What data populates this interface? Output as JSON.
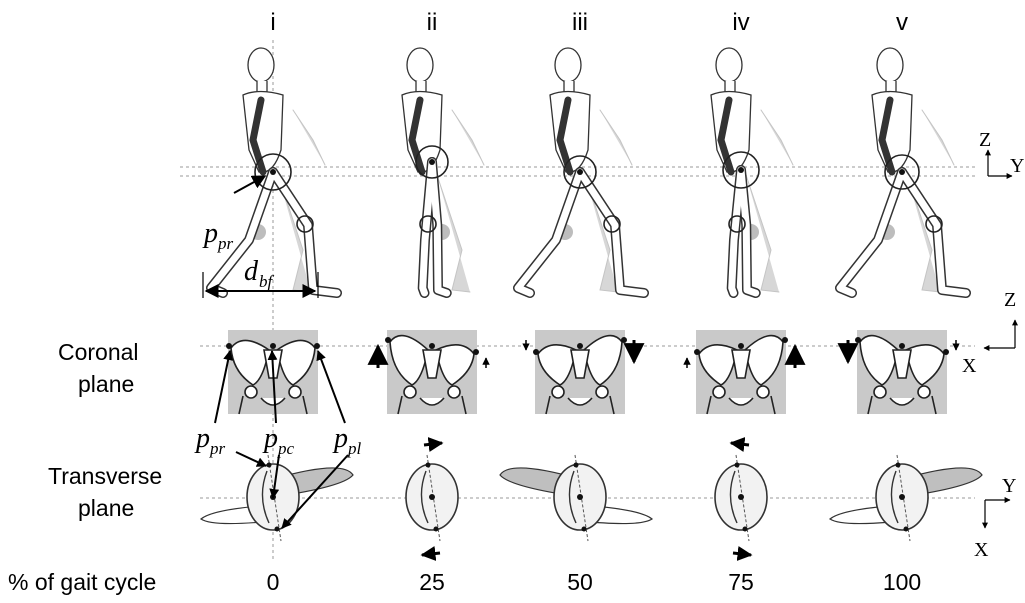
{
  "columns": [
    {
      "roman": "i",
      "percent": "0"
    },
    {
      "roman": "ii",
      "percent": "25"
    },
    {
      "roman": "iii",
      "percent": "50"
    },
    {
      "roman": "iv",
      "percent": "75"
    },
    {
      "roman": "v",
      "percent": "100"
    }
  ],
  "row_labels": {
    "coronal_line1": "Coronal",
    "coronal_line2": "plane",
    "transverse_line1": "Transverse",
    "transverse_line2": "plane",
    "gait_cycle": "% of gait cycle"
  },
  "annotations": {
    "p_pr_main": "p",
    "p_pr_main_sub": "pr",
    "d_bf": "d",
    "d_bf_sub": "bf",
    "p_pr": "p",
    "p_pr_sub": "pr",
    "p_pc": "p",
    "p_pc_sub": "pc",
    "p_pl": "p",
    "p_pl_sub": "pl"
  },
  "axes": {
    "sagittal": {
      "up": "Z",
      "right": "Y"
    },
    "coronal": {
      "up": "Z",
      "left": "X"
    },
    "transverse": {
      "up": "Y",
      "down": "X"
    }
  }
}
